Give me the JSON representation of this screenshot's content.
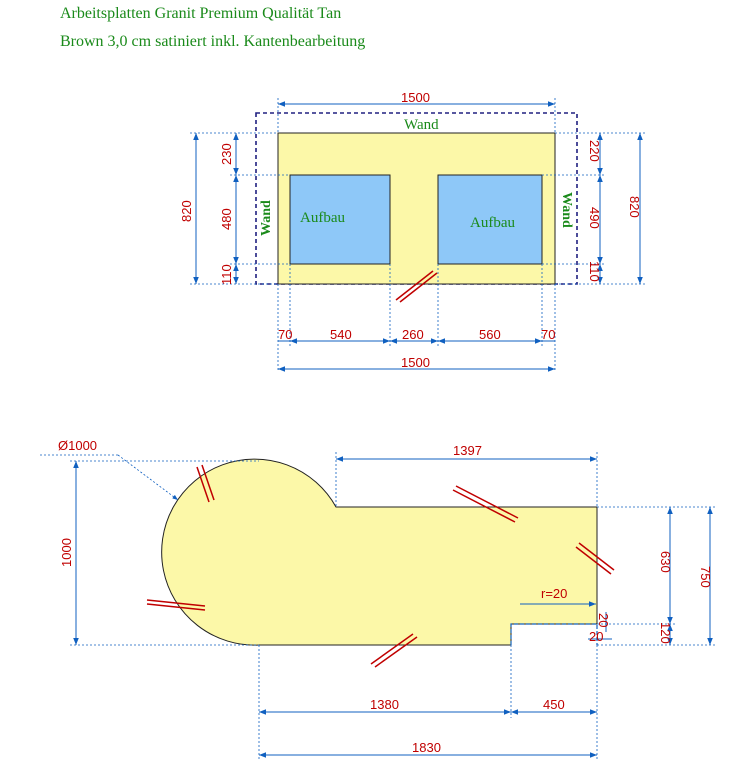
{
  "header": {
    "line1": "Arbeitsplatten Granit Premium Qualität Tan",
    "line2": "Brown 3,0 cm satiniert inkl. Kantenbearbeitung"
  },
  "top_plan": {
    "wall_top": "Wand",
    "wall_left": "Wand",
    "wall_right": "Wand",
    "unit_left": "Aufbau",
    "unit_right": "Aufbau",
    "dims": {
      "top_total": "1500",
      "bottom_total": "1500",
      "seg_70_left": "70",
      "seg_540": "540",
      "seg_260": "260",
      "seg_560": "560",
      "seg_70_right": "70",
      "left_230": "230",
      "left_480": "480",
      "left_110": "110",
      "left_820": "820",
      "right_220": "220",
      "right_490": "490",
      "right_110": "110",
      "right_820": "820"
    }
  },
  "bottom_plan": {
    "dims": {
      "diameter": "Ø1000",
      "top_1397": "1397",
      "left_1000": "1000",
      "right_630": "630",
      "right_750": "750",
      "right_120": "120",
      "radius": "r=20",
      "small_20_v": "20",
      "small_20_h": "20",
      "bottom_1380": "1380",
      "bottom_450": "450",
      "bottom_1830": "1830"
    }
  },
  "colors": {
    "stone": "#fcf8a8",
    "unit": "#8ec8f8",
    "dimension": "#c00000",
    "dimension_line": "#1060c0",
    "wall": "#1a8a1a",
    "edge_mark": "#c00000"
  }
}
